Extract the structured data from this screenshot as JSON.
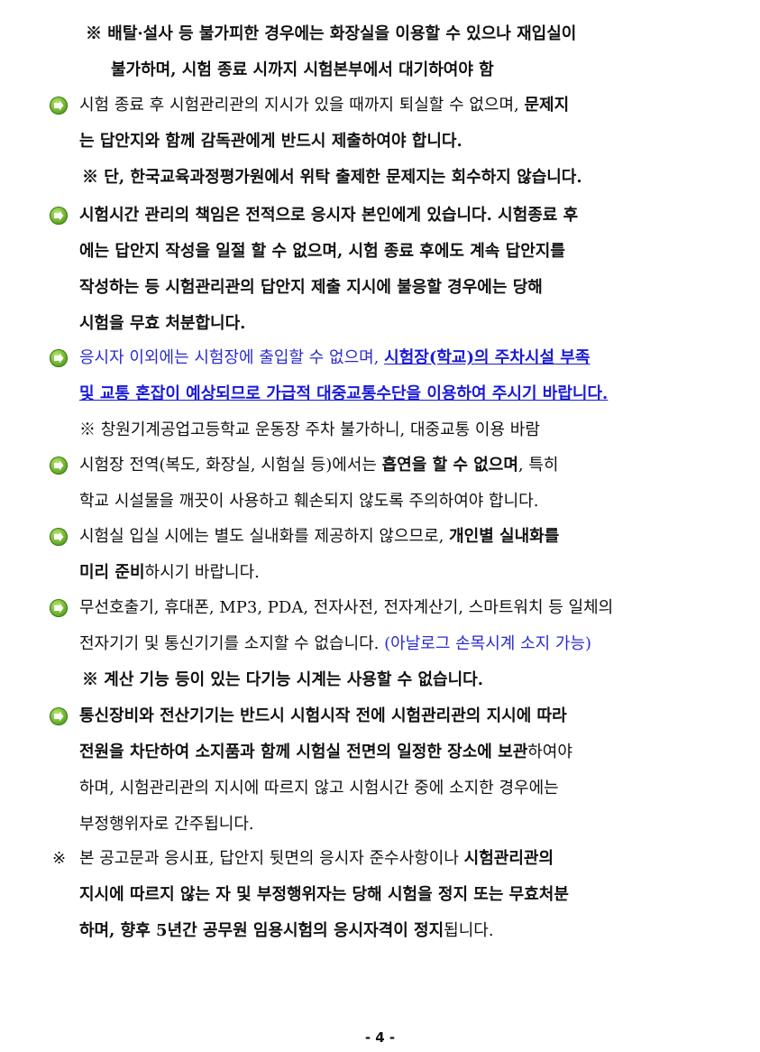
{
  "notes": {
    "n0_l1": "※ 배탈·설사 등 불가피한 경우에는 화장실을 이용할 수 있으나 재입실이",
    "n0_l2": "불가하며, 시험 종료 시까지 시험본부에서 대기하여야 함",
    "i1_a": "시험 종료 후 시험관리관의 지시가 있을 때까지 퇴실할 수 없으며, ",
    "i1_b": "문제지",
    "i1_l2": "는 답안지와 함께 감독관에게 반드시 제출하여야 합니다.",
    "i1_note": "※ 단, 한국교육과정평가원에서 위탁 출제한 문제지는 회수하지 않습니다.",
    "i2_l1": "시험시간 관리의 책임은 전적으로 응시자 본인에게 있습니다. 시험종료 후",
    "i2_l2": "에는 답안지 작성을 일절 할 수 없으며, 시험 종료 후에도 계속 답안지를",
    "i2_l3": "작성하는 등 시험관리관의 답안지 제출 지시에 불응할 경우에는 당해",
    "i2_l4": "시험을 무효 처분합니다.",
    "i3_a": "응시자 이외에는 시험장에 출입할 수 없으며, ",
    "i3_b": "시험장(학교)의 주차시설 부족",
    "i3_l2": "및 교통 혼잡이 예상되므로 가급적 대중교통수단을 이용하여 주시기 바랍니다.",
    "i3_note": "※ 창원기계공업고등학교 운동장 주차 불가하니, 대중교통 이용 바람",
    "i4_a": "시험장 전역(복도, 화장실, 시험실 등)에서는 ",
    "i4_b": "흡연을 할 수 없으며",
    "i4_c": ", 특히",
    "i4_l2": "학교 시설물을 깨끗이 사용하고 훼손되지 않도록 주의하여야 합니다.",
    "i5_a": "시험실 입실 시에는 별도 실내화를 제공하지 않으므로, ",
    "i5_b": "개인별 실내화를",
    "i5_c": "미리 준비",
    "i5_d": "하시기 바랍니다.",
    "i6_l1": "무선호출기, 휴대폰, MP3, PDA, 전자사전, 전자계산기, 스마트워치 등 일체의",
    "i6_a": "전자기기 및 통신기기를 소지할 수 없습니다. ",
    "i6_b": "(아날로그 손목시계 소지 가능)",
    "i6_note": "※ 계산 기능 등이 있는 다기능 시계는 사용할 수 없습니다.",
    "i7_l1": "통신장비와 전산기기는 반드시 시험시작 전에 시험관리관의 지시에 따라",
    "i7_a": "전원을 차단하여 소지품과 함께 시험실 전면의 일정한 장소에 보관",
    "i7_b": "하여야",
    "i7_l3": "하며, 시험관리관의 지시에 따르지 않고 시험시간 중에 소지한 경우에는",
    "i7_l4": "부정행위자로 간주됩니다.",
    "f_mark": "※",
    "f_a": "본 공고문과 응시표, 답안지 뒷면의 응시자 준수사항이나 ",
    "f_b": "시험관리관의",
    "f_l2": "지시에 따르지 않는 자 및 부정행위자는 당해 시험을 정지 또는 무효처분",
    "f_l3a": "하며, 향후 5년간 공무원 임용시험의 응시자격이 정지",
    "f_l3b": "됩니다."
  },
  "page_number": "- 4 -",
  "colors": {
    "link": "#1a1ad6",
    "note_blue": "#2b2bd0",
    "bullet_green": "#5aa21e"
  },
  "bullet_icon": "green-circle-arrow-icon"
}
